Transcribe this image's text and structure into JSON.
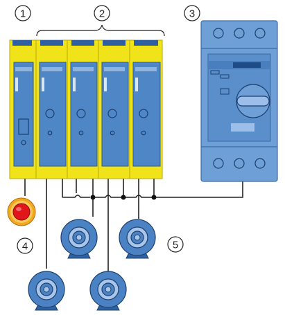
{
  "callouts": [
    {
      "id": "c1",
      "label": "1"
    },
    {
      "id": "c2",
      "label": "2"
    },
    {
      "id": "c3",
      "label": "3"
    },
    {
      "id": "c4",
      "label": "4"
    },
    {
      "id": "c5",
      "label": "5"
    }
  ],
  "colors": {
    "module_yellow": "#f1e31a",
    "module_blue": "#4f86c6",
    "module_blue_dark": "#3b6ea8",
    "breaker_blue": "#6e9fd6",
    "motor_blue": "#4a82c4",
    "stop_red": "#e0161b",
    "stop_ring_orange": "#f2a81d",
    "wire": "#222222"
  },
  "icons": [
    "emergency-stop-icon",
    "motor-icon",
    "circuit-breaker-icon",
    "safety-relay-icon"
  ]
}
